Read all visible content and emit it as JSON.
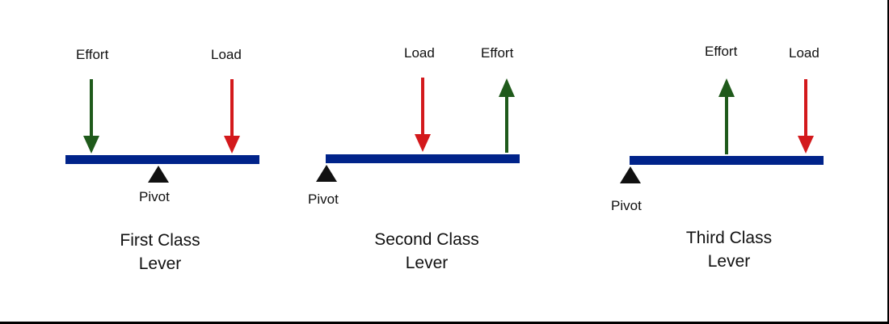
{
  "colors": {
    "lever_beam": "#00238a",
    "effort_arrow": "#1f5a1b",
    "load_arrow": "#d3191c",
    "pivot": "#111111"
  },
  "levers": [
    {
      "effort_label": "Effort",
      "load_label": "Load",
      "pivot_label": "Pivot",
      "caption_line1": "First Class",
      "caption_line2": "Lever"
    },
    {
      "effort_label": "Effort",
      "load_label": "Load",
      "pivot_label": "Pivot",
      "caption_line1": "Second Class",
      "caption_line2": "Lever"
    },
    {
      "effort_label": "Effort",
      "load_label": "Load",
      "pivot_label": "Pivot",
      "caption_line1": "Third Class",
      "caption_line2": "Lever"
    }
  ]
}
